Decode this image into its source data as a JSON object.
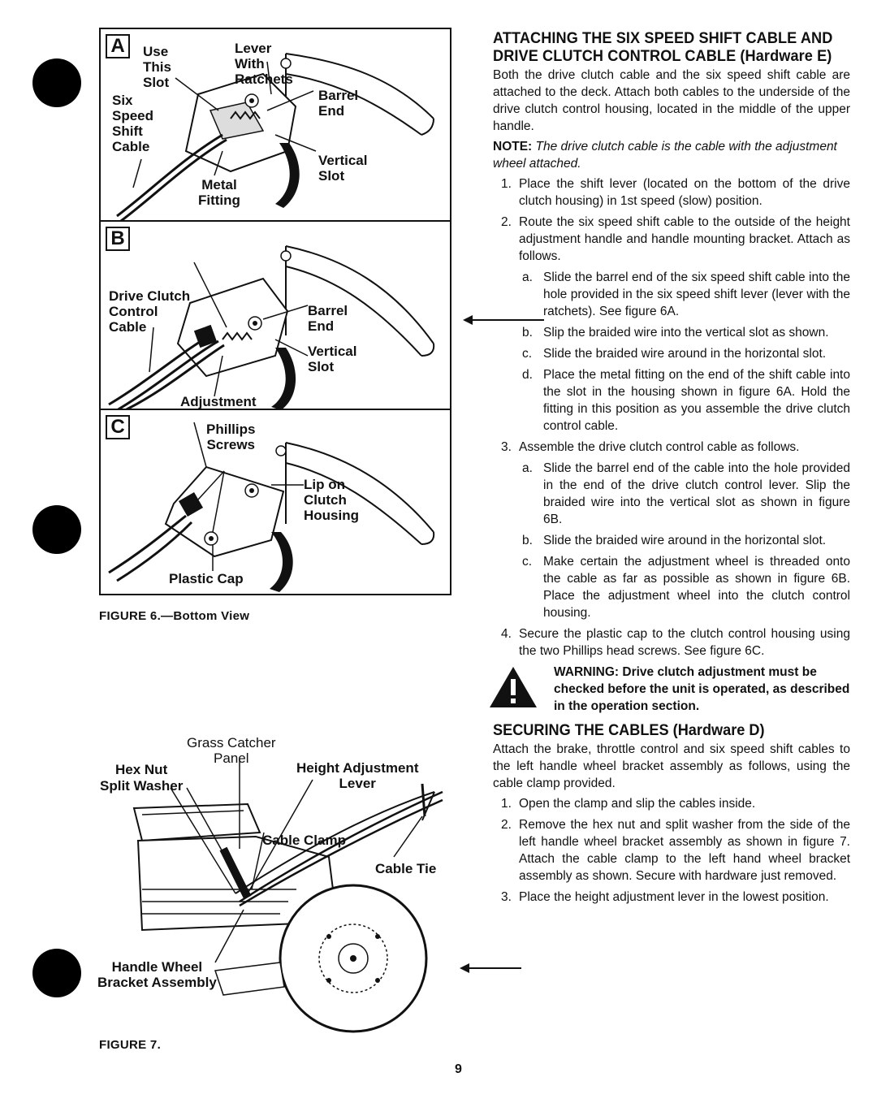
{
  "figure6": {
    "panel_a": {
      "letter": "A",
      "use_this_slot": "Use\nThis\nSlot",
      "lever_with_ratchets": "Lever\nWith\nRatchets",
      "six_speed_shift_cable": "Six\nSpeed\nShift\nCable",
      "barrel_end": "Barrel\nEnd",
      "vertical_slot": "Vertical\nSlot",
      "metal_fitting": "Metal\nFitting"
    },
    "panel_b": {
      "letter": "B",
      "drive_clutch_control_cable": "Drive Clutch\nControl\nCable",
      "barrel_end": "Barrel\nEnd",
      "vertical_slot": "Vertical\nSlot",
      "adjustment_wheel": "Adjustment\nWheel"
    },
    "panel_c": {
      "letter": "C",
      "phillips_screws": "Phillips\nScrews",
      "lip_on_clutch_housing": "Lip on\nClutch\nHousing",
      "plastic_cap": "Plastic Cap"
    },
    "caption": "FIGURE 6.—Bottom View"
  },
  "figure7": {
    "grass_catcher_panel": "Grass Catcher\nPanel",
    "hex_nut": "Hex Nut",
    "split_washer": "Split Washer",
    "height_adjustment_lever": "Height Adjustment\nLever",
    "cable_clamp": "Cable Clamp",
    "cable_tie": "Cable Tie",
    "handle_wheel_bracket": "Handle Wheel\nBracket Assembly",
    "caption": "FIGURE 7."
  },
  "section1": {
    "heading_line1": "ATTACHING THE SIX SPEED SHIFT CABLE AND",
    "heading_line2": "DRIVE CLUTCH CONTROL CABLE (Hardware E)",
    "intro": "Both the drive clutch cable and the six speed shift cable are attached to the deck. Attach both cables to the underside of the drive clutch control housing, located in the middle of the upper handle.",
    "note_label": "NOTE:",
    "note_text": "The drive clutch cable is the cable with the adjustment wheel attached.",
    "step1_num": "1.",
    "step1": "Place the shift lever (located on the bottom of the drive clutch housing) in 1st speed (slow) position.",
    "step2_num": "2.",
    "step2": "Route the six speed shift cable to the outside of the height adjustment handle and handle mounting bracket. Attach as follows.",
    "step2a_num": "a.",
    "step2a": "Slide the barrel end of the six speed shift cable into the hole provided in the six speed shift lever (lever with the ratchets). See figure 6A.",
    "step2b_num": "b.",
    "step2b": "Slip the braided wire into the vertical slot as shown.",
    "step2c_num": "c.",
    "step2c": "Slide the braided wire around in the horizontal slot.",
    "step2d_num": "d.",
    "step2d": "Place the metal fitting on the end of the shift cable into the slot in the housing shown in figure 6A. Hold the fitting in this position as you assemble the drive clutch control cable.",
    "step3_num": "3.",
    "step3": "Assemble the drive clutch control cable as follows.",
    "step3a_num": "a.",
    "step3a": "Slide the barrel end of the cable into the hole provided in the end of the drive clutch control lever. Slip the braided wire into the vertical slot as shown in figure 6B.",
    "step3b_num": "b.",
    "step3b": "Slide the braided wire around in the horizontal slot.",
    "step3c_num": "c.",
    "step3c": "Make certain the adjustment wheel is threaded onto the cable as far as possible as shown in figure 6B. Place the adjustment wheel into the clutch control housing.",
    "step4_num": "4.",
    "step4": "Secure the plastic cap to the clutch control housing using the two Phillips head screws. See figure 6C.",
    "warning": "WARNING: Drive clutch adjustment must be checked before the unit is operated, as described in the operation section."
  },
  "section2": {
    "heading": "SECURING THE CABLES (Hardware D)",
    "intro": "Attach the brake, throttle control and six speed shift cables to the left handle wheel bracket assembly as follows, using the cable clamp provided.",
    "step1_num": "1.",
    "step1": "Open the clamp and slip the cables inside.",
    "step2_num": "2.",
    "step2": "Remove the hex nut and split washer from the side of the left handle wheel bracket assembly as shown in figure 7. Attach the cable clamp to the left hand wheel bracket assembly as shown. Secure with hardware just removed.",
    "step3_num": "3.",
    "step3": "Place the height adjustment lever in the lowest position."
  },
  "page_number": "9"
}
